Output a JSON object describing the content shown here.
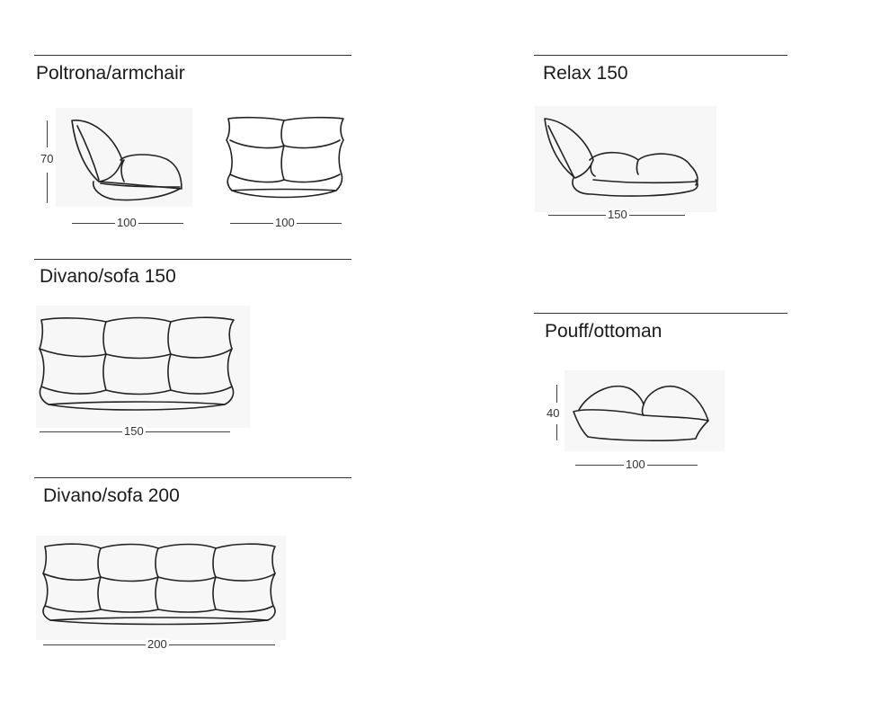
{
  "sections": {
    "armchair": {
      "title": "Poltrona/armchair",
      "height": "70",
      "width_side": "100",
      "width_front": "100"
    },
    "relax": {
      "title": "Relax 150",
      "width": "150"
    },
    "sofa150": {
      "title": "Divano/sofa 150",
      "width": "150"
    },
    "ottoman": {
      "title": "Pouff/ottoman",
      "height": "40",
      "width": "100"
    },
    "sofa200": {
      "title": "Divano/sofa 200",
      "width": "200"
    }
  }
}
